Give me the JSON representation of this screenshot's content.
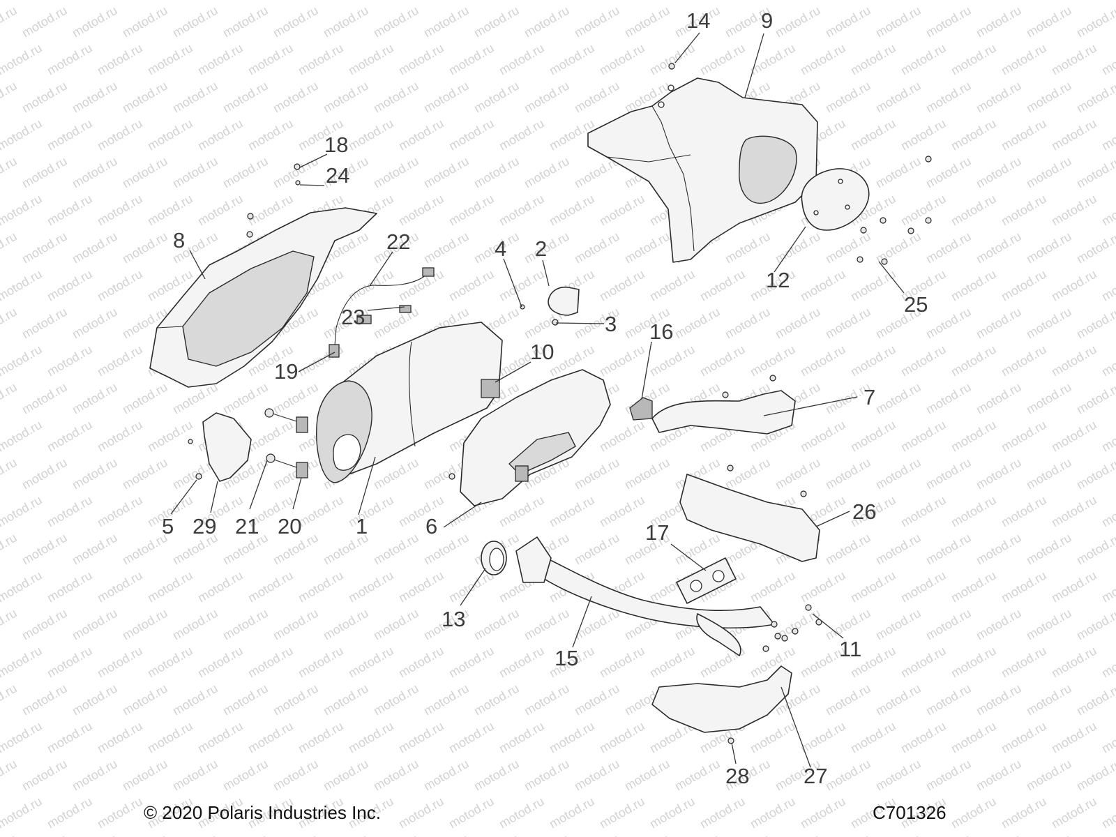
{
  "watermark_text": "motod.ru",
  "footer": {
    "copyright": "© 2020 Polaris Industries Inc.",
    "diagram_code": "C701326"
  },
  "callouts": [
    "1",
    "2",
    "3",
    "4",
    "5",
    "6",
    "7",
    "8",
    "9",
    "10",
    "11",
    "12",
    "13",
    "14",
    "15",
    "16",
    "17",
    "18",
    "19",
    "20",
    "21",
    "22",
    "23",
    "24",
    "25",
    "26",
    "27",
    "28",
    "29"
  ]
}
